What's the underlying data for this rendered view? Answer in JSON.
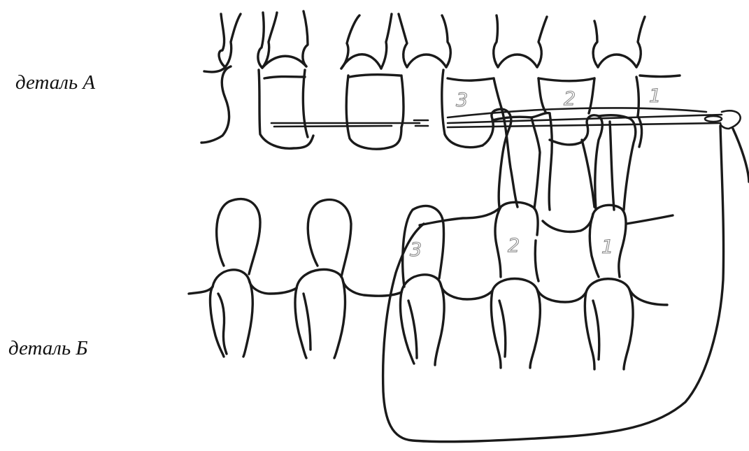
{
  "labels": {
    "part_a": "деталь А",
    "part_b": "деталь Б"
  },
  "numbers_top": [
    "3",
    "2",
    "1"
  ],
  "numbers_bottom": [
    "3",
    "2",
    "1"
  ],
  "colors": {
    "line": "#1a1a1a",
    "numbers": "#8c8c8c",
    "background": "#ffffff"
  }
}
